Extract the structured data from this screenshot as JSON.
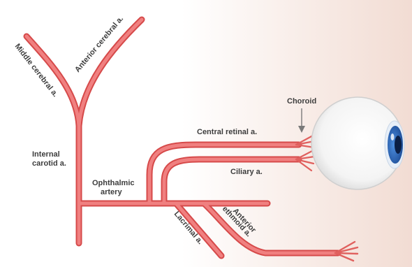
{
  "colors": {
    "artery_fill": "#f08080",
    "artery_outline": "#d64a4a",
    "background_gradient_start": "#ffffff",
    "background_gradient_end": "#f2dcd3",
    "label_text": "#3d3d3d",
    "eye_white": "#ffffff",
    "iris": "#2f6fc0",
    "pupil": "#0b1f45",
    "pointer_arrow": "#7a7a7a"
  },
  "labels": {
    "middle_cerebral": "Middle cerebral a.",
    "anterior_cerebral": "Anterior cerebral a.",
    "internal_carotid_line1": "Internal",
    "internal_carotid_line2": "carotid a.",
    "ophthalmic_line1": "Ophthalmic",
    "ophthalmic_line2": "artery",
    "central_retinal": "Central retinal a.",
    "ciliary": "Ciliary a.",
    "choroid": "Choroid",
    "lacrimal": "Lacrimal a.",
    "anterior_ethmoid_line1": "Anterior",
    "anterior_ethmoid_line2": "ethmoid a."
  },
  "icons": {
    "eye": "eyeball-icon",
    "arrow": "down-arrow-icon"
  }
}
